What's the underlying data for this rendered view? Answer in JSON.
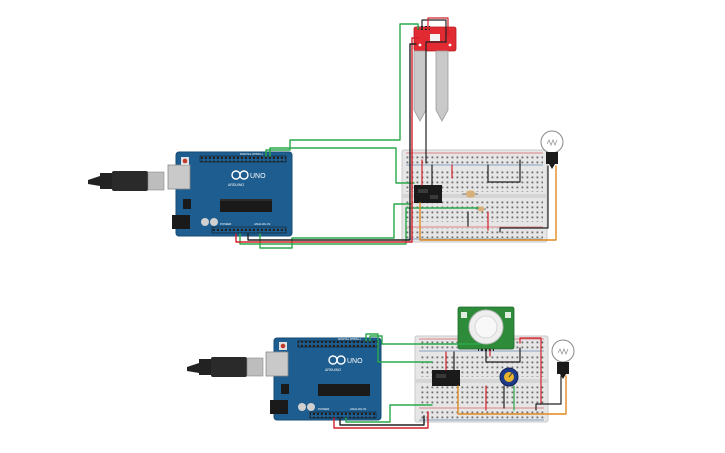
{
  "circuits": [
    {
      "id": "soil-moisture-circuit",
      "board": {
        "model_label": "UNO",
        "brand_label": "ARDUINO",
        "top_label": "DIGITAL (PWM~)",
        "bottom_labels": [
          "POWER",
          "ANALOG IN"
        ]
      },
      "components": [
        "usb-cable",
        "arduino-uno",
        "soil-moisture-sensor",
        "breadboard",
        "relay-module",
        "resistor",
        "light-bulb"
      ]
    },
    {
      "id": "pir-motion-circuit",
      "board": {
        "model_label": "UNO",
        "brand_label": "ARDUINO",
        "top_label": "DIGITAL (PWM~)",
        "bottom_labels": [
          "POWER",
          "ANALOG IN"
        ]
      },
      "components": [
        "usb-cable",
        "arduino-uno",
        "pir-sensor",
        "breadboard",
        "relay-module",
        "potentiometer",
        "light-bulb"
      ]
    }
  ],
  "colors": {
    "arduino_blue": "#1d5d8f",
    "breadboard": "#e6e6e6",
    "wire_green": "#2aa94a",
    "wire_red": "#d2202a",
    "wire_black": "#222222",
    "wire_orange": "#e08a1e",
    "sensor_red": "#e22a32",
    "pir_green": "#2e8b3a"
  }
}
